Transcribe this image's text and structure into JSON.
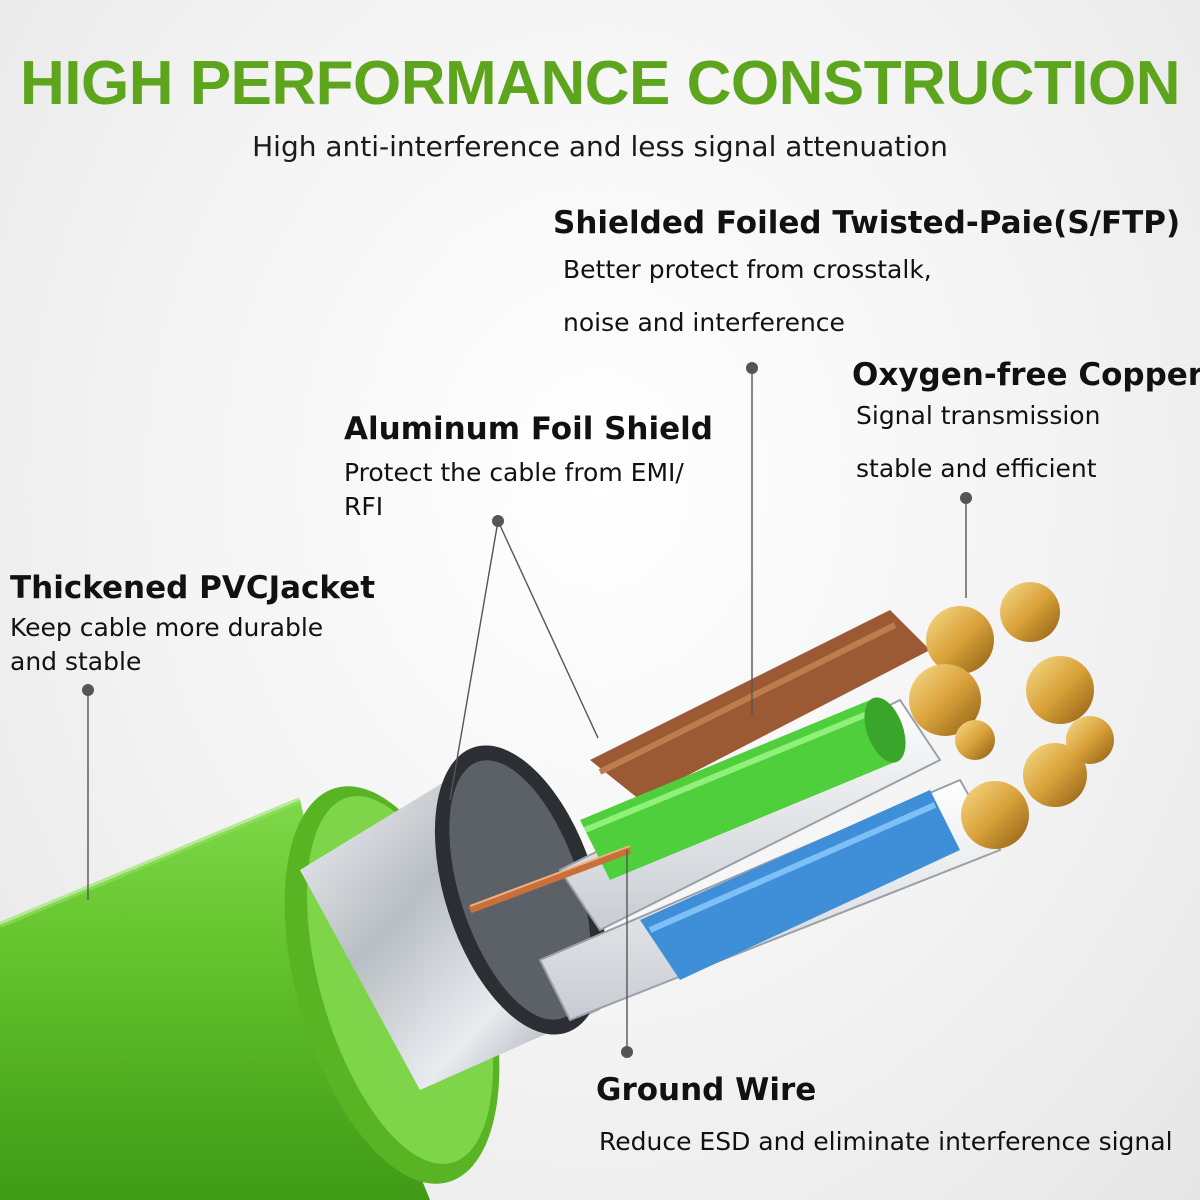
{
  "header": {
    "title": "HIGH PERFORMANCE CONSTRUCTION",
    "subtitle": "High anti-interference and less signal attenuation"
  },
  "callouts": {
    "sftp": {
      "title": "Shielded Foiled Twisted-Paie(S/FTP)",
      "line1": "Better protect from crosstalk,",
      "line2": "noise and interference"
    },
    "copper": {
      "title": "Oxygen-free Copper",
      "line1": "Signal transmission",
      "line2": "stable and efficient"
    },
    "foil": {
      "title": "Aluminum Foil Shield",
      "desc": "Protect the cable from EMI/ RFI"
    },
    "jacket": {
      "title": "Thickened PVCJacket",
      "desc": "Keep cable more durable and stable"
    },
    "ground": {
      "title": "Ground Wire",
      "desc": "Reduce ESD and eliminate interference signal"
    }
  },
  "colors": {
    "title_green": "#5ea51e",
    "jacket_green": "#66c52e",
    "wire_green": "#4fcf3c",
    "wire_blue": "#3f8fd8",
    "wire_brown": "#9b5a34",
    "copper_gold": "#d9a23a",
    "foil_silver": "#c9cdd2"
  }
}
